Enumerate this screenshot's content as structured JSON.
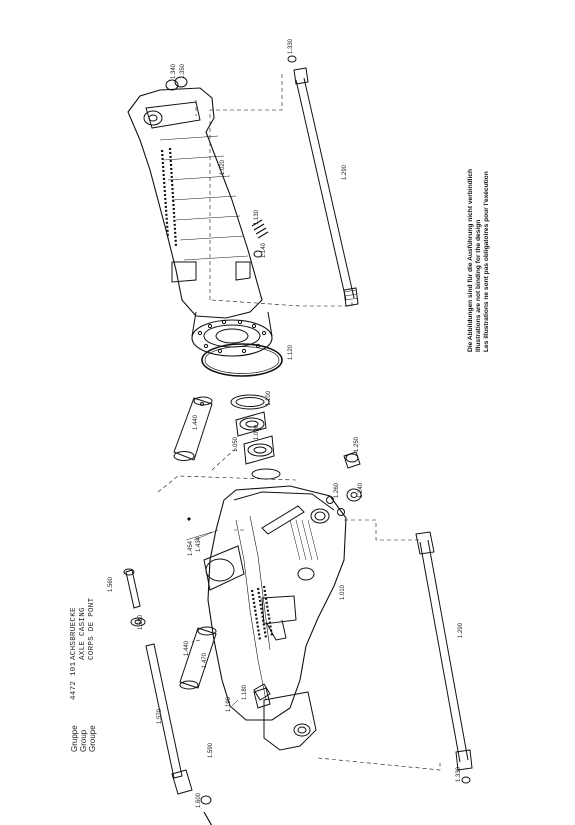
{
  "header": {
    "labels": [
      "Gruppe",
      "Group",
      "Groupe"
    ],
    "number": "4472 101",
    "titles": [
      "ACHSBRUECKE",
      "AXLE CASING",
      "CORPS DE PONT"
    ]
  },
  "notice": [
    "Die Abbildungen sind für die Ausführung nicht verbindlich",
    "Illustrations are not binding for the design",
    "Les illustrations ne sont pas obligatoires pour l'exécution"
  ],
  "callouts": {
    "c1010": "1.010",
    "c1020": "1.020",
    "c1050": "1.050",
    "c1090": "1.090",
    "c1100": "1.100",
    "c1120": "1.120",
    "c1130": "1.130",
    "c1140": "1.140",
    "c1180": "1.180",
    "c1190": "1.190",
    "c1240": "1.240",
    "c1250": "1.250",
    "c1260": "1.260",
    "c1290a": "1.290",
    "c1290b": "1.290",
    "c1330a": "1.330",
    "c1330b": "1.330",
    "c1340": "1.340",
    "c1350": "1.350",
    "c1434": "1.434",
    "c1440a": "1.440",
    "c1440b": "1.440",
    "c1454": "1.454",
    "c1470": "1.470",
    "c1560": "1.560",
    "c1570": "1.570",
    "c1580": "1.580",
    "c1590": "1.590",
    "c1600": "1.600"
  }
}
